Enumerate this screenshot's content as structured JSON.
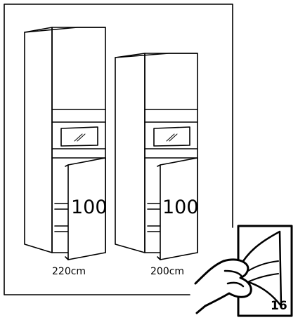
{
  "cabinets": [
    {
      "id": "tall",
      "door_label": "100",
      "height_label": "220cm"
    },
    {
      "id": "short",
      "door_label": "100",
      "height_label": "200cm"
    }
  ],
  "page_tab": {
    "number": "16",
    "icon": "hand-turning-page-icon"
  },
  "colors": {
    "line": "#000000",
    "background": "#ffffff"
  }
}
